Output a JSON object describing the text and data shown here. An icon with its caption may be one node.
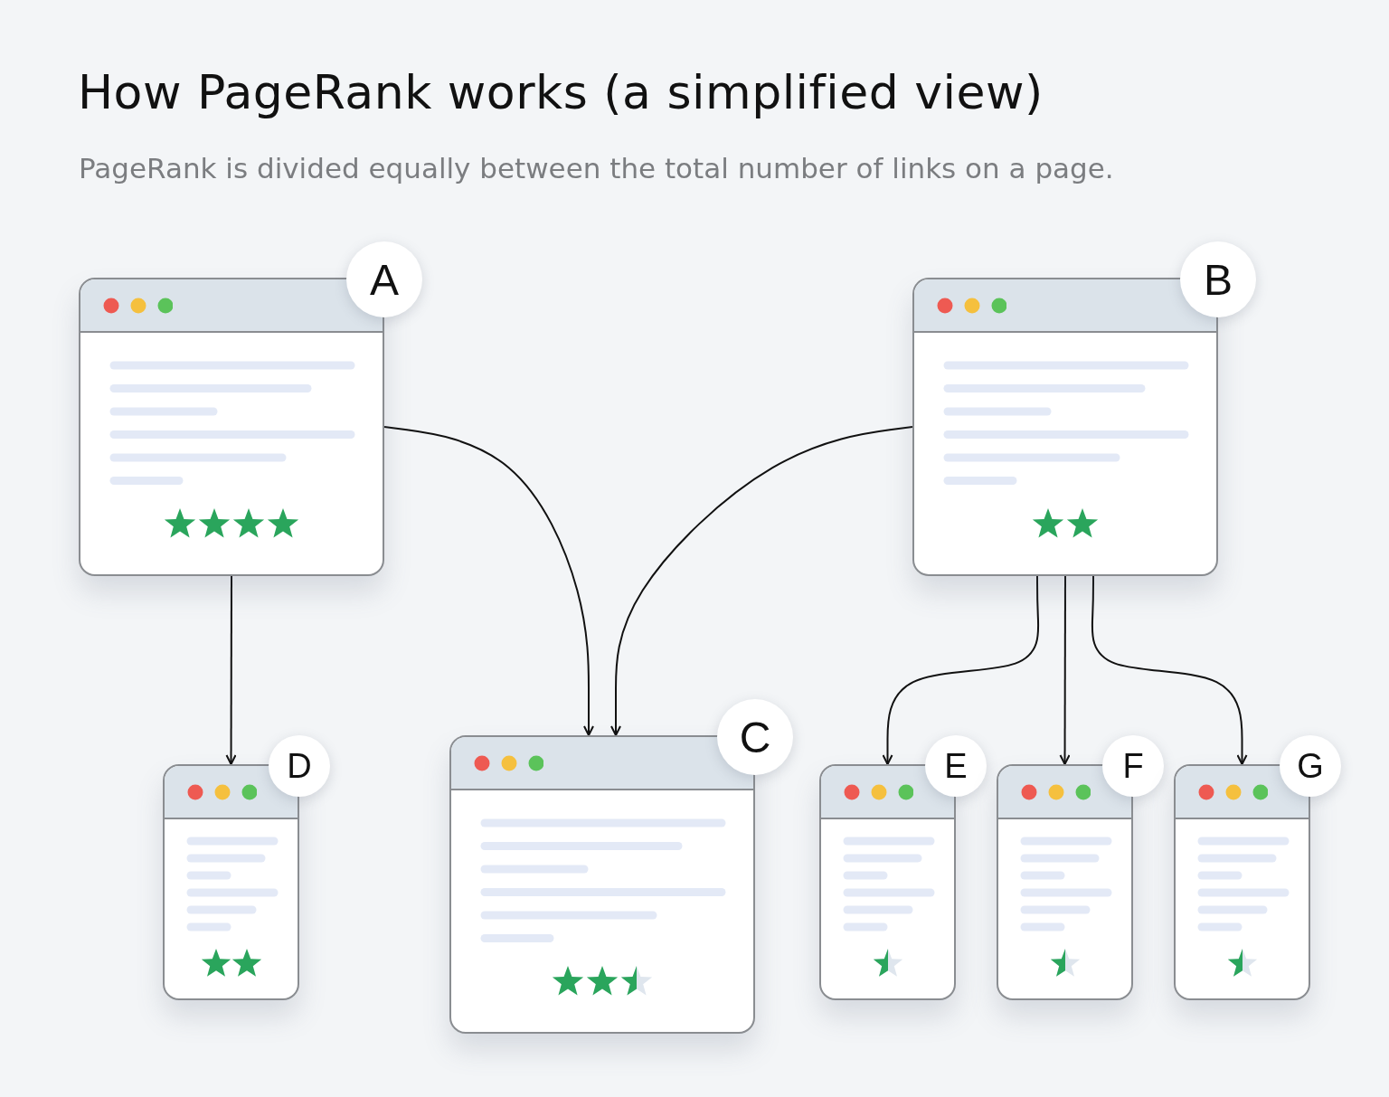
{
  "diagram": {
    "title": "How PageRank works (a simplified view)",
    "nodes": [
      {
        "text": [
          "A"
        ]
      },
      {
        "text": [
          "B"
        ]
      },
      {
        "text": [
          "C"
        ]
      },
      {
        "text": [
          "D"
        ]
      },
      {
        "text": [
          "E"
        ]
      },
      {
        "text": [
          "F"
        ]
      },
      {
        "text": [
          "G"
        ]
      }
    ],
    "edges": [
      {
        "from": 0,
        "to": 3,
        "arrow": "to"
      },
      {
        "from": 0,
        "to": 2,
        "arrow": "to"
      },
      {
        "from": 1,
        "to": 2,
        "arrow": "to"
      },
      {
        "from": 1,
        "to": 4,
        "arrow": "to"
      },
      {
        "from": 1,
        "to": 5,
        "arrow": "to"
      },
      {
        "from": 1,
        "to": 6,
        "arrow": "to"
      }
    ],
    "labels": [
      "PageRank is divided equally between the total number of links on a page."
    ]
  }
}
